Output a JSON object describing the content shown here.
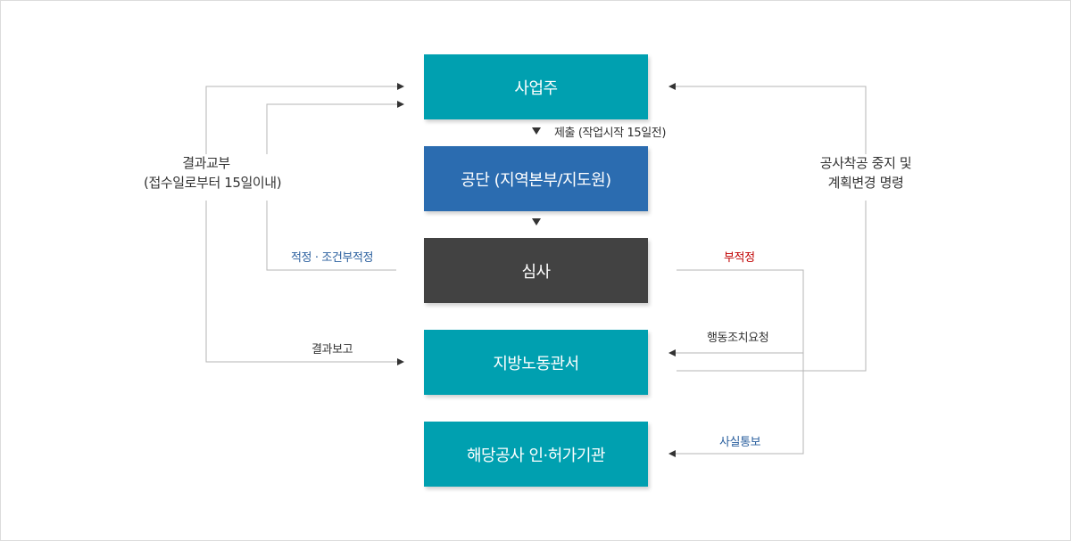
{
  "boxes": {
    "employer": "사업주",
    "agency": "공단 (지역본부/지도원)",
    "review": "심사",
    "labor_office": "지방노동관서",
    "permit_agency": "해당공사 인·허가기관"
  },
  "labels": {
    "submit": "제출 (작업시작 15일전)",
    "result_notice_line1": "결과교부",
    "result_notice_line2": "(접수일로부터 15일이내)",
    "suitable": "적정 · 조건부적정",
    "unsuitable": "부적정",
    "result_report": "결과보고",
    "action_request": "행동조치요청",
    "fact_notice": "사실통보",
    "stop_order_line1": "공사착공 중지 및",
    "stop_order_line2": "계획변경 명령"
  },
  "colors": {
    "teal": "#00a0b0",
    "blue": "#2b6cb0",
    "dark": "#424242",
    "line": "#b5b5b5",
    "blue_text": "#2a5f9e",
    "red_text": "#c00000"
  }
}
